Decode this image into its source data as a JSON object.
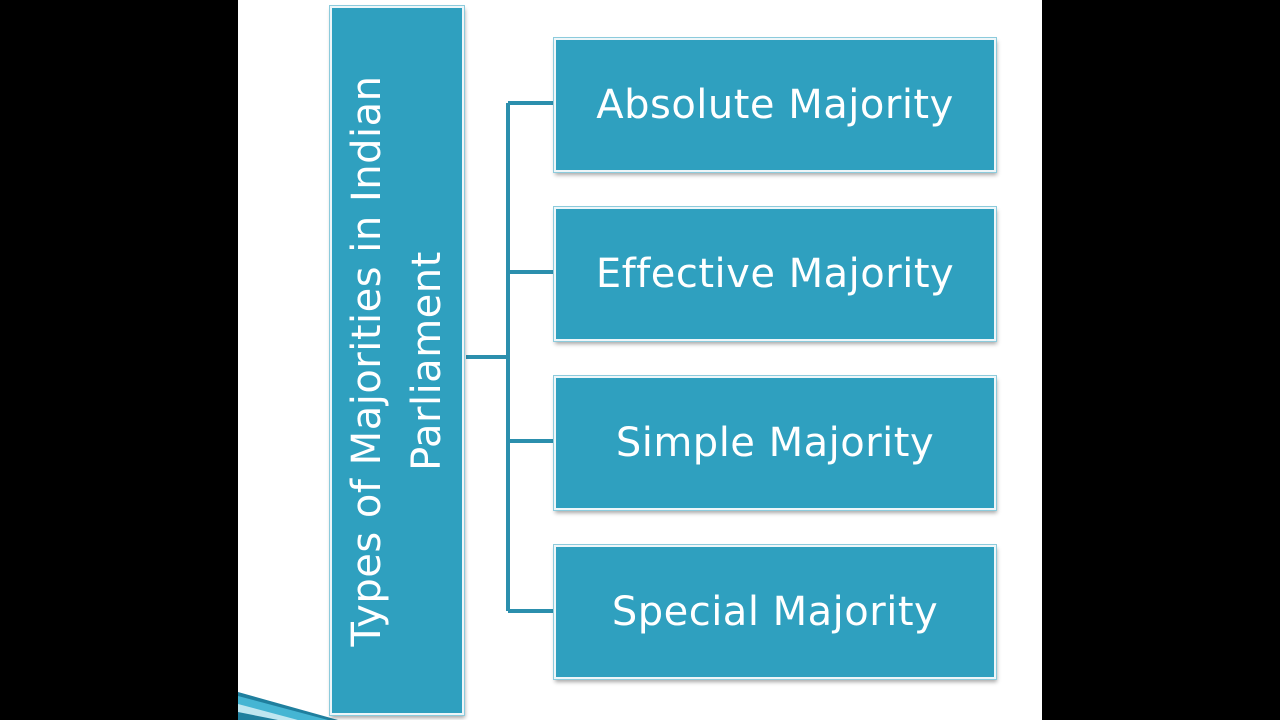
{
  "diagram": {
    "root": {
      "label": "Types of Majorities in Indian Parliament"
    },
    "children": [
      {
        "label": "Absolute Majority"
      },
      {
        "label": "Effective Majority"
      },
      {
        "label": "Simple Majority"
      },
      {
        "label": "Special Majority"
      }
    ]
  },
  "colors": {
    "box_fill": "#2fa0bf",
    "connector": "#2b8fad",
    "slide_background": "#ffffff",
    "outer_background": "#000000"
  }
}
